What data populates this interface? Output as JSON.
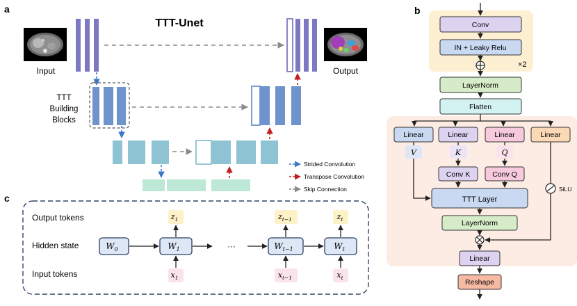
{
  "panel_a": {
    "label": "a",
    "title": "TTT-Unet",
    "input_label": "Input",
    "output_label": "Output",
    "block_label": [
      "TTT",
      "Building",
      "Blocks"
    ],
    "legend": {
      "strided": "Strided Convolution",
      "transpose": "Transpose Convolution",
      "skip": "Skip Connection"
    }
  },
  "panel_b": {
    "label": "b",
    "conv": "Conv",
    "in_relu": "IN + Leaky Relu",
    "repeat": "×2",
    "layernorm1": "LayerNorm",
    "flatten": "Flatten",
    "linear_v": "Linear",
    "linear_k": "Linear",
    "linear_q": "Linear",
    "linear_gate": "Linear",
    "v": "V",
    "k": "K",
    "q": "Q",
    "conv_k": "Conv K",
    "conv_q": "Conv Q",
    "silu": "SiLU",
    "ttt_layer": "TTT Layer",
    "layernorm2": "LayerNorm",
    "linear_out": "Linear",
    "reshape": "Reshape"
  },
  "panel_c": {
    "label": "c",
    "row_output": "Output tokens",
    "row_hidden": "Hidden state",
    "row_input": "Input tokens",
    "w0": "W",
    "w0_sub": "0",
    "w1": "W",
    "w1_sub": "1",
    "wt1": "W",
    "wt1_sub": "t−1",
    "wt": "W",
    "wt_sub": "t",
    "z1": "z",
    "z1_sub": "1",
    "zt1": "z",
    "zt1_sub": "t−1",
    "zt": "z",
    "zt_sub": "t",
    "x1": "x",
    "x1_sub": "1",
    "xt1": "x",
    "xt1_sub": "t−1",
    "xt": "x",
    "xt_sub": "t",
    "ellipsis": "···"
  },
  "colors": {
    "encoder_blue": "#7c79c2",
    "mid_blue": "#6f93cc",
    "teal": "#8ec3d4",
    "mint": "#bde8d6",
    "strided": "#3a77c9",
    "transpose": "#c02020",
    "skip": "#8a8a8a"
  }
}
